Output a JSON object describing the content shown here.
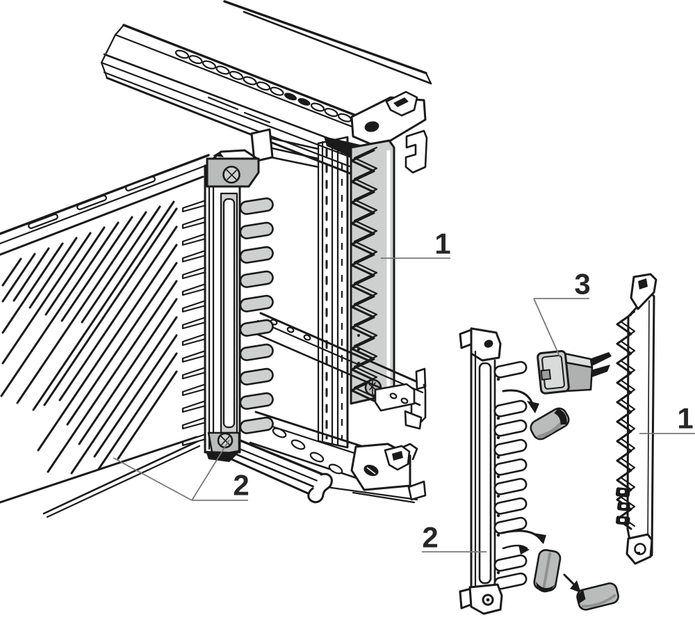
{
  "figure": {
    "alt": "Exploded technical drawing of a subrack card guide assembly",
    "callouts": {
      "installed_panel": {
        "label": "1"
      },
      "installed_guide": {
        "label": "2"
      },
      "clip": {
        "label": "3"
      },
      "guide_strip": {
        "label": "2"
      },
      "tooth_strip": {
        "label": "1"
      }
    },
    "colors": {
      "line": "#1a1a1a",
      "leader": "#787878",
      "label": "#262626",
      "gray_light": "#cdd0cf",
      "gray_mid": "#b9bcbb",
      "gray_dark": "#8f9291",
      "background": "#ffffff"
    }
  }
}
